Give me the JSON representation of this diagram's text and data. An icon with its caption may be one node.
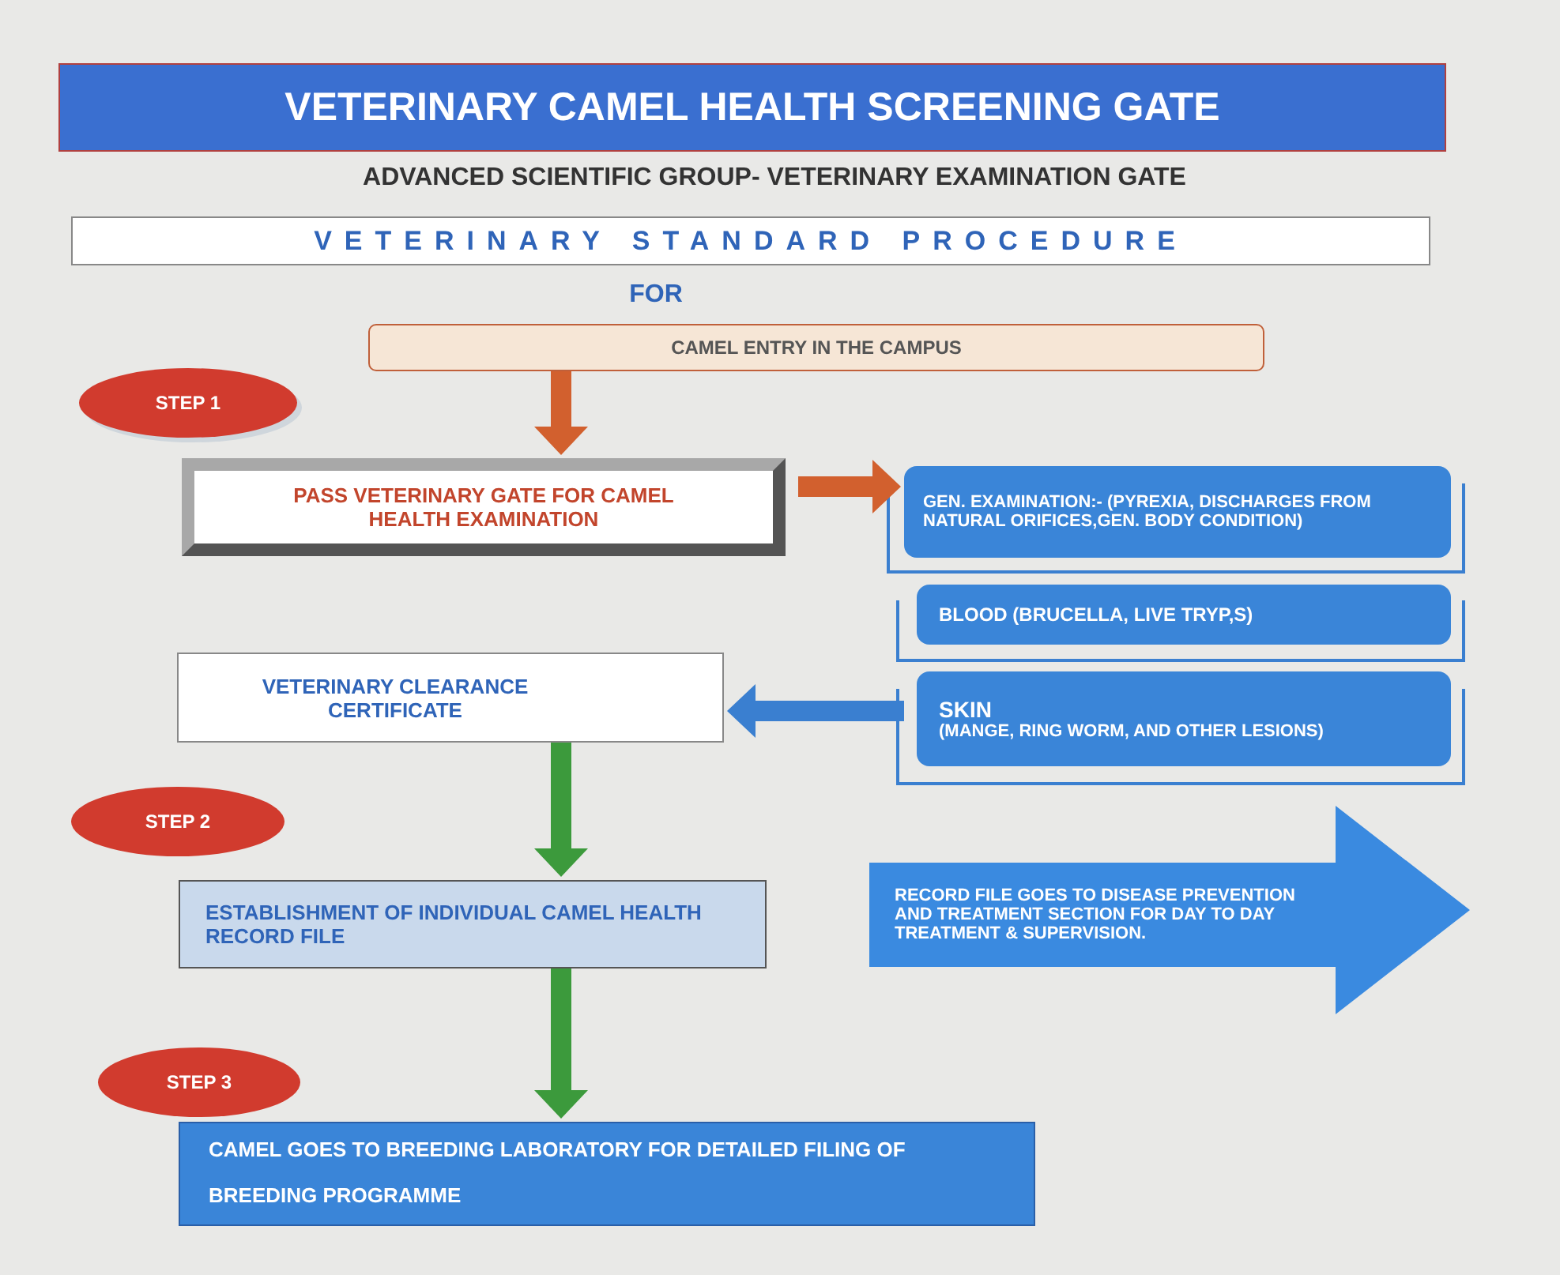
{
  "diagram": {
    "title": "VETERINARY CAMEL HEALTH SCREENING GATE",
    "nodes": [
      {
        "text": [
          "VETERINARY STANDARD PROCEDURE"
        ]
      },
      {
        "text": [
          "CAMEL ENTRY IN THE CAMPUS"
        ]
      },
      {
        "text": [
          "STEP 1"
        ]
      },
      {
        "text": [
          "PASS VETERINARY GATE FOR CAMEL HEALTH EXAMINATION"
        ]
      },
      {
        "text": [
          "GEN. EXAMINATION:- (PYREXIA, DISCHARGES FROM NATURAL ORIFICES,GEN. BODY CONDITION)"
        ]
      },
      {
        "text": [
          "BLOOD (BRUCELLA, LIVE TRYP,S)"
        ]
      },
      {
        "text": [
          "VETERINARY CLEARANCE CERTIFICATE"
        ]
      },
      {
        "text": [
          "SKIN",
          "(MANGE, RING WORM, AND OTHER LESIONS)"
        ]
      },
      {
        "text": [
          "STEP 2"
        ]
      },
      {
        "text": [
          "ESTABLISHMENT OF INDIVIDUAL CAMEL HEALTH RECORD FILE"
        ]
      },
      {
        "text": [
          "RECORD FILE GOES TO DISEASE PREVENTION AND TREATMENT SECTION FOR DAY TO DAY TREATMENT & SUPERVISION."
        ]
      },
      {
        "text": [
          "STEP 3"
        ]
      },
      {
        "text": [
          "CAMEL GOES TO BREEDING LABORATORY FOR DETAILED FILING OF BREEDING PROGRAMME"
        ]
      }
    ],
    "edges": [
      {
        "from": 1,
        "to": 3,
        "arrow": "to",
        "color": "#d2602e"
      },
      {
        "from": 3,
        "to": 4,
        "arrow": "to",
        "color": "#d2602e"
      },
      {
        "from": 7,
        "to": 6,
        "arrow": "to",
        "color": "#3a7fd0"
      },
      {
        "from": 6,
        "to": 9,
        "arrow": "to",
        "color": "#3c9a3c"
      },
      {
        "from": 9,
        "to": 12,
        "arrow": "to",
        "color": "#3c9a3c"
      }
    ],
    "labels": [
      "ADVANCED SCIENTIFIC GROUP- VETERINARY EXAMINATION GATE",
      "FOR"
    ]
  }
}
